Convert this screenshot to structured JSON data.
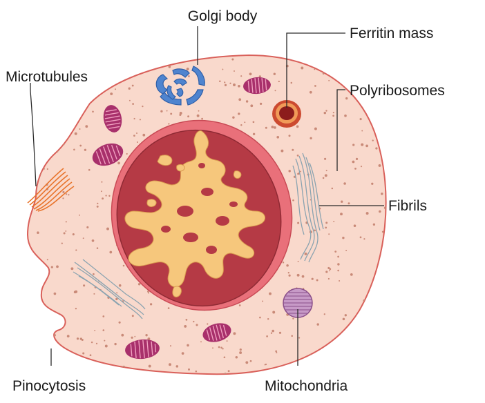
{
  "labels": {
    "golgi": "Golgi body",
    "ferritin": "Ferritin mass",
    "microtubules": "Microtubules",
    "polyribosomes": "Polyribosomes",
    "fibrils": "Fibrils",
    "pinocytosis": "Pinocytosis",
    "mitochondria": "Mitochondria"
  },
  "colors": {
    "cytoplasm": "#f9d9cc",
    "membrane": "#d9605a",
    "ribosome_dots": "#c98a78",
    "nuclear_envelope": "#e9707a",
    "nucleus": "#b53a45",
    "chromatin": "#f6c77c",
    "golgi": "#4f84cf",
    "mitochondrion": "#a8306b",
    "mitochondrion_cristae": "#f0a0c0",
    "ferritin_outer": "#cc4a30",
    "ferritin_inner": "#8c1c1c",
    "microtubules": "#e8732a",
    "fibrils": "#8aa3b0",
    "mito_highlight": "#c79ac7"
  }
}
